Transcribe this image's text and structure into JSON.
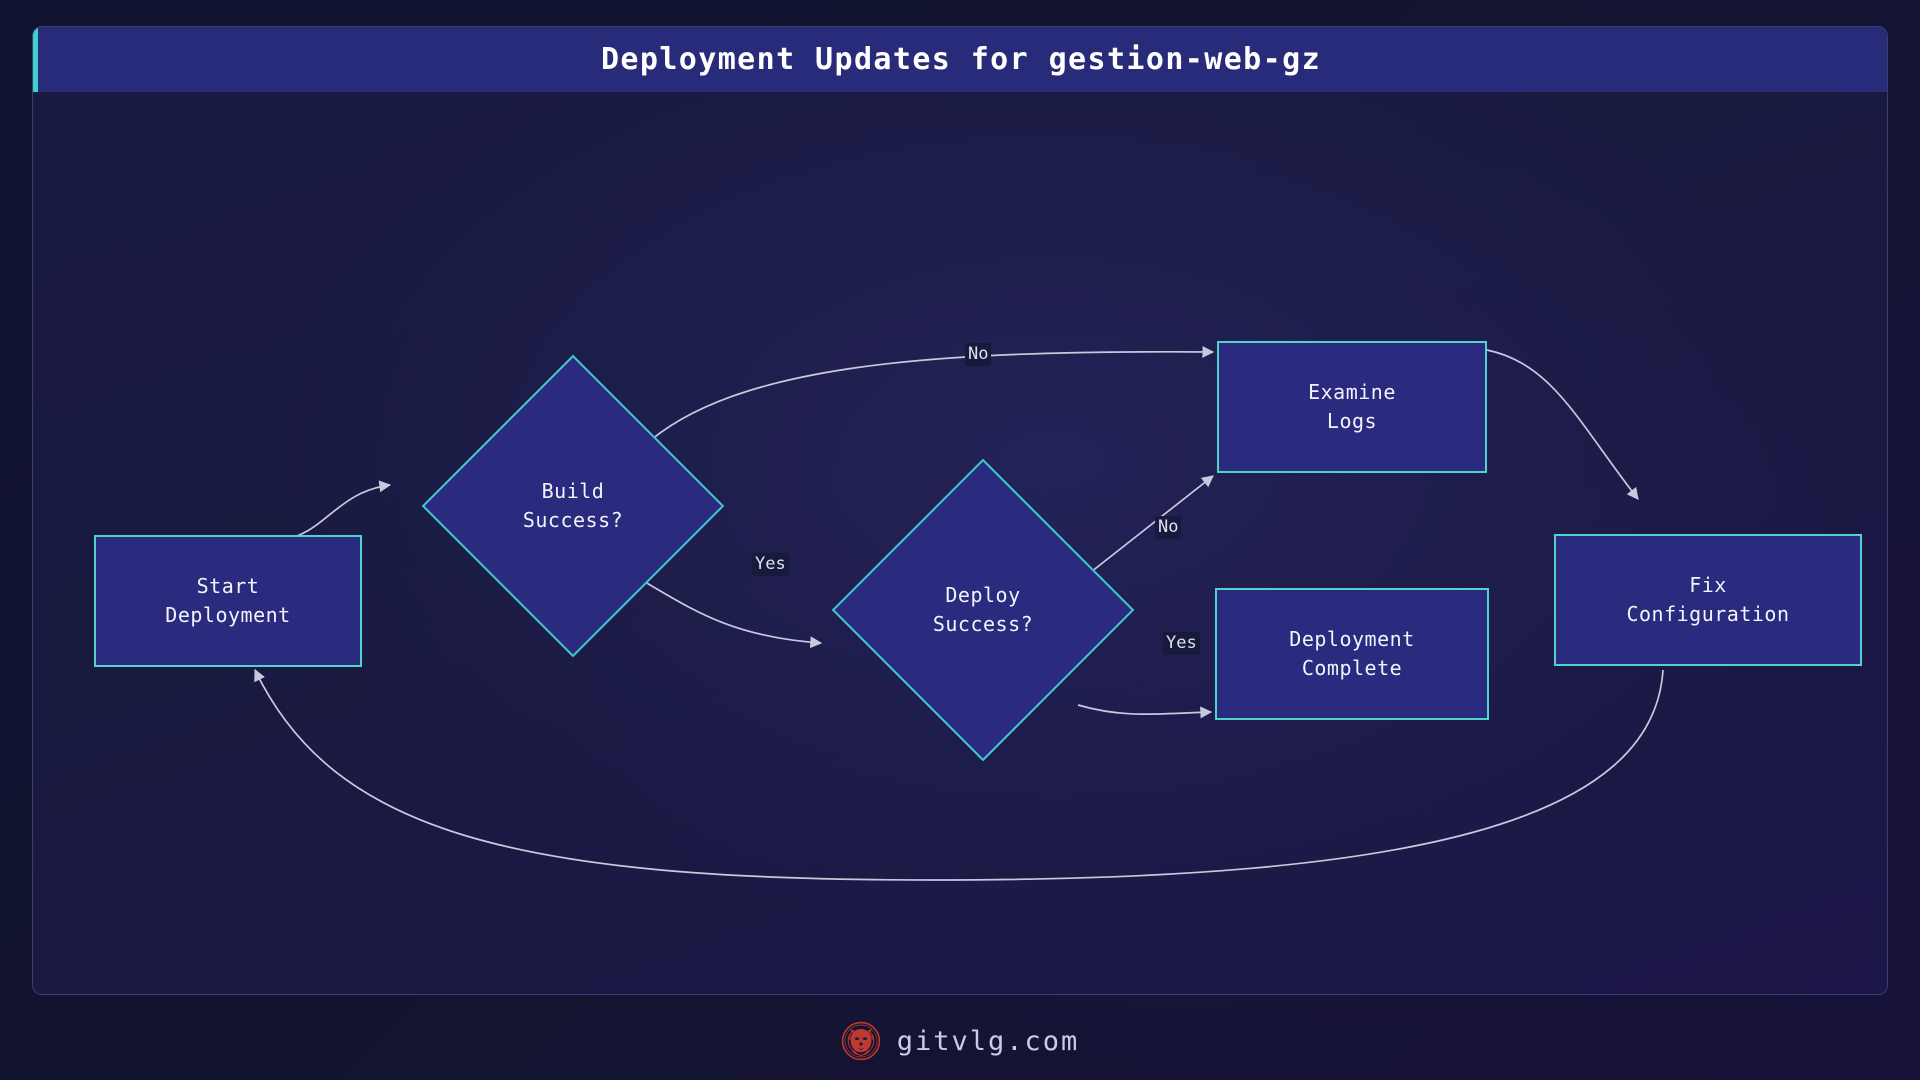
{
  "header": {
    "title": "Deployment Updates for gestion-web-gz",
    "accent_color": "#3fd0c9",
    "background_color": "#282a7a"
  },
  "theme": {
    "page_background": "#11132e",
    "panel_background": "#1a1b44",
    "node_fill": "#2a2b7e",
    "node_border": "#4fd3cc",
    "edge_color": "#c8c9dd",
    "text_color": "#f2f3fb",
    "label_background": "#181a3b"
  },
  "diagram": {
    "type": "flowchart",
    "nodes": [
      {
        "id": "start",
        "label_line1": "Start",
        "label_line2": "Deployment",
        "shape": "rect"
      },
      {
        "id": "build",
        "label_line1": "Build",
        "label_line2": "Success?",
        "shape": "diamond"
      },
      {
        "id": "deploy",
        "label_line1": "Deploy",
        "label_line2": "Success?",
        "shape": "diamond"
      },
      {
        "id": "logs",
        "label_line1": "Examine",
        "label_line2": "Logs",
        "shape": "rect"
      },
      {
        "id": "complete",
        "label_line1": "Deployment",
        "label_line2": "Complete",
        "shape": "rect"
      },
      {
        "id": "fix",
        "label_line1": "Fix",
        "label_line2": "Configuration",
        "shape": "rect"
      }
    ],
    "edges": [
      {
        "from": "start",
        "to": "build",
        "label": ""
      },
      {
        "from": "build",
        "to": "logs",
        "label": "No"
      },
      {
        "from": "build",
        "to": "deploy",
        "label": "Yes"
      },
      {
        "from": "deploy",
        "to": "logs",
        "label": "No"
      },
      {
        "from": "deploy",
        "to": "complete",
        "label": "Yes"
      },
      {
        "from": "logs",
        "to": "fix",
        "label": ""
      },
      {
        "from": "fix",
        "to": "start",
        "label": ""
      }
    ]
  },
  "footer": {
    "brand": "gitvlg.com",
    "logo_icon": "lion-logo-icon",
    "logo_color": "#c0392f"
  }
}
